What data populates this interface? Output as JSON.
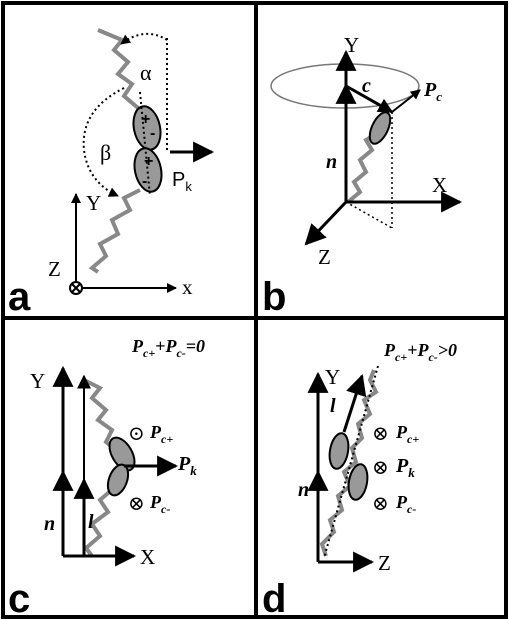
{
  "panels": {
    "a": {
      "label": "a",
      "angle_alpha": "α",
      "angle_beta": "β",
      "momentum": {
        "base": "P",
        "sub": "k"
      },
      "axis_y": "Y",
      "axis_x": "x",
      "axis_z": "Z",
      "charge_plus": "+",
      "charge_minus": "-"
    },
    "b": {
      "label": "b",
      "axis_y": "Y",
      "axis_x": "X",
      "axis_z": "Z",
      "vec_c": "c",
      "vec_n": "n",
      "momentum": {
        "base": "P",
        "sub": "c"
      }
    },
    "c": {
      "label": "c",
      "equation": {
        "p1": "P",
        "s1": "c+",
        "op": "+",
        "p2": "P",
        "s2": "c-",
        "rel": "=0"
      },
      "axis_y": "Y",
      "axis_x": "X",
      "vec_n": "n",
      "vec_l": "l",
      "sym_out": "⊙",
      "sym_in": "⊗",
      "mom_cplus": {
        "base": "P",
        "sub": "c+"
      },
      "mom_k": {
        "base": "P",
        "sub": "k"
      },
      "mom_cminus": {
        "base": "P",
        "sub": "c-"
      }
    },
    "d": {
      "label": "d",
      "equation": {
        "p1": "P",
        "s1": "c+",
        "op": "+",
        "p2": "P",
        "s2": "c-",
        "rel": ">0"
      },
      "axis_y": "Y",
      "axis_z": "Z",
      "vec_n": "n",
      "vec_l": "l",
      "sym_in": "⊗",
      "mom_cplus": {
        "base": "P",
        "sub": "c+"
      },
      "mom_k": {
        "base": "P",
        "sub": "k"
      },
      "mom_cminus": {
        "base": "P",
        "sub": "c-"
      }
    }
  }
}
